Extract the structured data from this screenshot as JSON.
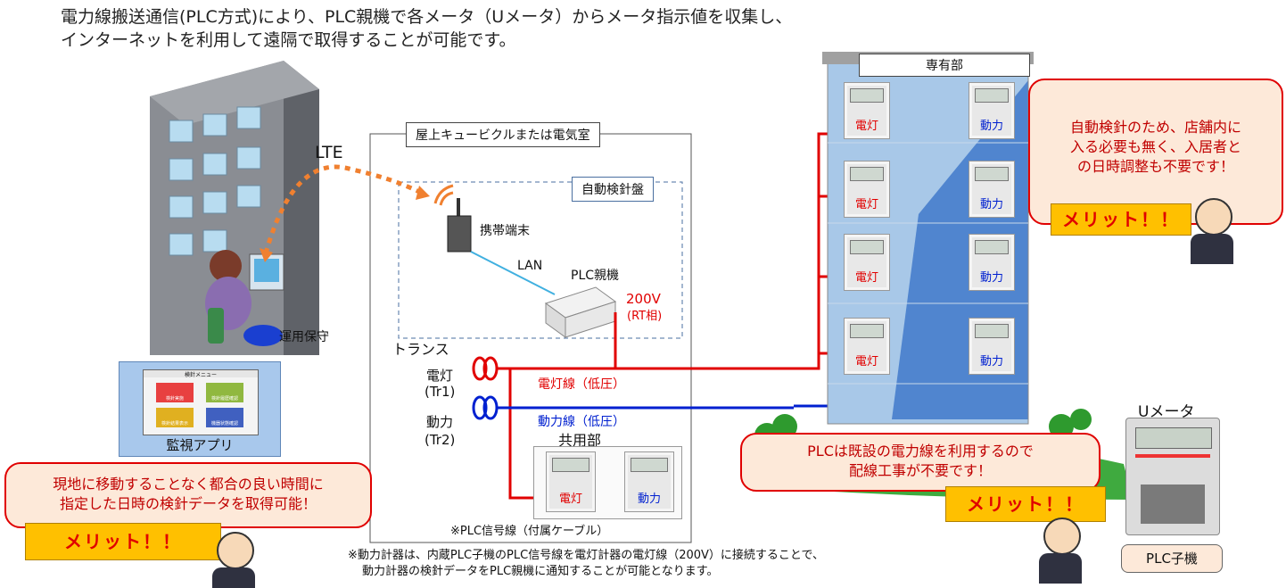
{
  "intro": {
    "line1": "電力線搬送通信(PLC方式)により、PLC親機で各メータ（Uメータ）からメータ指示値を収集し、",
    "line2": "インターネットを利用して遠隔で取得することが可能です。"
  },
  "labels": {
    "lte": "LTE",
    "operation": "運用保守",
    "monitor_app": "監視アプリ",
    "rooftop": "屋上キュービクルまたは電気室",
    "auto_panel": "自動検針盤",
    "mobile_terminal": "携帯端末",
    "lan": "LAN",
    "plc_parent": "PLC親機",
    "v200": "200V",
    "rt_phase": "(RT相)",
    "trans": "トランス",
    "dento": "電灯",
    "tr1": "(Tr1)",
    "doryoku": "動力",
    "tr2": "(Tr2)",
    "dento_line": "電灯線（低圧）",
    "doryoku_line": "動力線（低圧）",
    "common_area": "共用部",
    "plc_signal": "※PLC信号線（付属ケーブル）",
    "private_area": "専有部",
    "u_meter": "Uメータ",
    "plc_child": "PLC子機"
  },
  "app_screen": {
    "title": "検針メニュー",
    "tiles": [
      "検針実施",
      "検針履歴確認",
      "検針結果表示",
      "機器状態確認"
    ]
  },
  "meters": {
    "dento_label": "電灯",
    "doryoku_label": "動力"
  },
  "callouts": {
    "left": {
      "line1": "現地に移動することなく都合の良い時間に",
      "line2": "指定した日時の検針データを取得可能！"
    },
    "center": {
      "line1": "PLCは既設の電力線を利用するので",
      "line2": "配線工事が不要です！"
    },
    "right": {
      "line1": "自動検針のため、店舗内に",
      "line2": "入る必要も無く、入居者と",
      "line3": "の日時調整も不要です！"
    },
    "merit": "メリット！！"
  },
  "footnote": {
    "line1": "※動力計器は、内蔵PLC子機のPLC信号線を電灯計器の電灯線（200V）に接続することで、",
    "line2": "動力計器の検針データをPLC親機に通知することが可能となります。"
  },
  "colors": {
    "red_line": "#e10000",
    "blue_line": "#0020d0",
    "callout_border": "#e00000",
    "merit_bg": "#ffc000"
  }
}
